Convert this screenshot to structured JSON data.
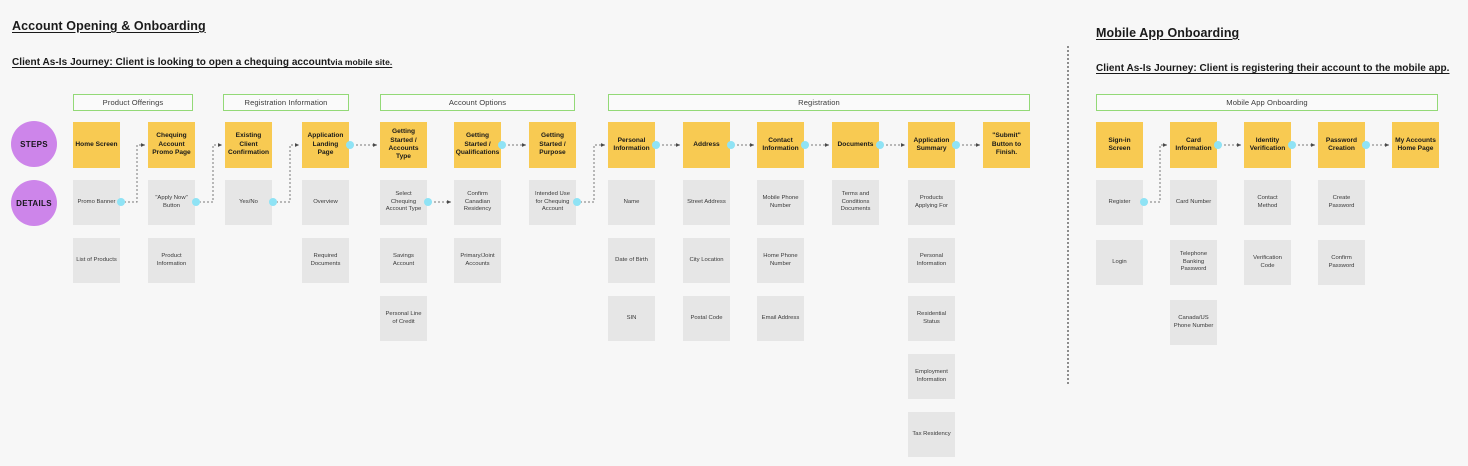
{
  "page": {
    "background": "#f7f7f7",
    "accent_step": "#f8ca52",
    "accent_detail": "#e6e6e6",
    "accent_badge": "#cd85ea",
    "accent_phase_border": "#93d977",
    "accent_dot": "#8fe3f5"
  },
  "lanes": {
    "steps_label": "STEPS",
    "details_label": "DETAILS"
  },
  "left_section": {
    "title": "Account Opening & Onboarding",
    "subtitle_main": "Client As-Is Journey: Client is looking to open a chequing account",
    "subtitle_tail": "via mobile site.",
    "phases": [
      {
        "label": "Product Offerings"
      },
      {
        "label": "Registration Information"
      },
      {
        "label": "Account Options"
      },
      {
        "label": "Registration"
      }
    ],
    "columns": [
      {
        "step": "Home Screen",
        "details": [
          "Promo Banner",
          "List of Products"
        ]
      },
      {
        "step": "Chequing Account Promo Page",
        "details": [
          "\"Apply Now\" Button",
          "Product Information"
        ]
      },
      {
        "step": "Existing Client Confirmation",
        "details": [
          "Yes/No"
        ]
      },
      {
        "step": "Application Landing Page",
        "details": [
          "Overview",
          "Required Documents"
        ]
      },
      {
        "step": "Getting Started / Accounts Type",
        "details": [
          "Select Chequing Account Type",
          "Savings Account",
          "Personal Line of Credit"
        ]
      },
      {
        "step": "Getting Started / Qualifications",
        "details": [
          "Confirm Canadian Residency",
          "Primary/Joint Accounts"
        ]
      },
      {
        "step": "Getting Started / Purpose",
        "details": [
          "Intended Use for Chequing Account"
        ]
      },
      {
        "step": "Personal Information",
        "details": [
          "Name",
          "Date of Birth",
          "SIN"
        ]
      },
      {
        "step": "Address",
        "details": [
          "Street Address",
          "City Location",
          "Postal Code"
        ]
      },
      {
        "step": "Contact Information",
        "details": [
          "Mobile Phone Number",
          "Home Phone Number",
          "Email Address"
        ]
      },
      {
        "step": "Documents",
        "details": [
          "Terms and Conditions Documents"
        ]
      },
      {
        "step": "Application Summary",
        "details": [
          "Products Applying For",
          "Personal Information",
          "Residential Status",
          "Employment Information",
          "Tax Residency"
        ]
      },
      {
        "step": "\"Submit\" Button to Finish.",
        "details": []
      }
    ]
  },
  "right_section": {
    "title": "Mobile App Onboarding",
    "subtitle_main": "Client As-Is Journey: Client is registering their account to the mobile app.",
    "subtitle_tail": "",
    "phases": [
      {
        "label": "Mobile App Onboarding"
      }
    ],
    "columns": [
      {
        "step": "Sign-in Screen",
        "details": [
          "Register",
          "Login"
        ]
      },
      {
        "step": "Card Information",
        "details": [
          "Card Number",
          "Telephone Banking Password",
          "Canada/US Phone Number"
        ]
      },
      {
        "step": "Identity Verification",
        "details": [
          "Contact Method",
          "Verification Code"
        ]
      },
      {
        "step": "Password Creation",
        "details": [
          "Create Password",
          "Confirm Password"
        ]
      },
      {
        "step": "My Accounts Home Page",
        "details": []
      }
    ]
  }
}
